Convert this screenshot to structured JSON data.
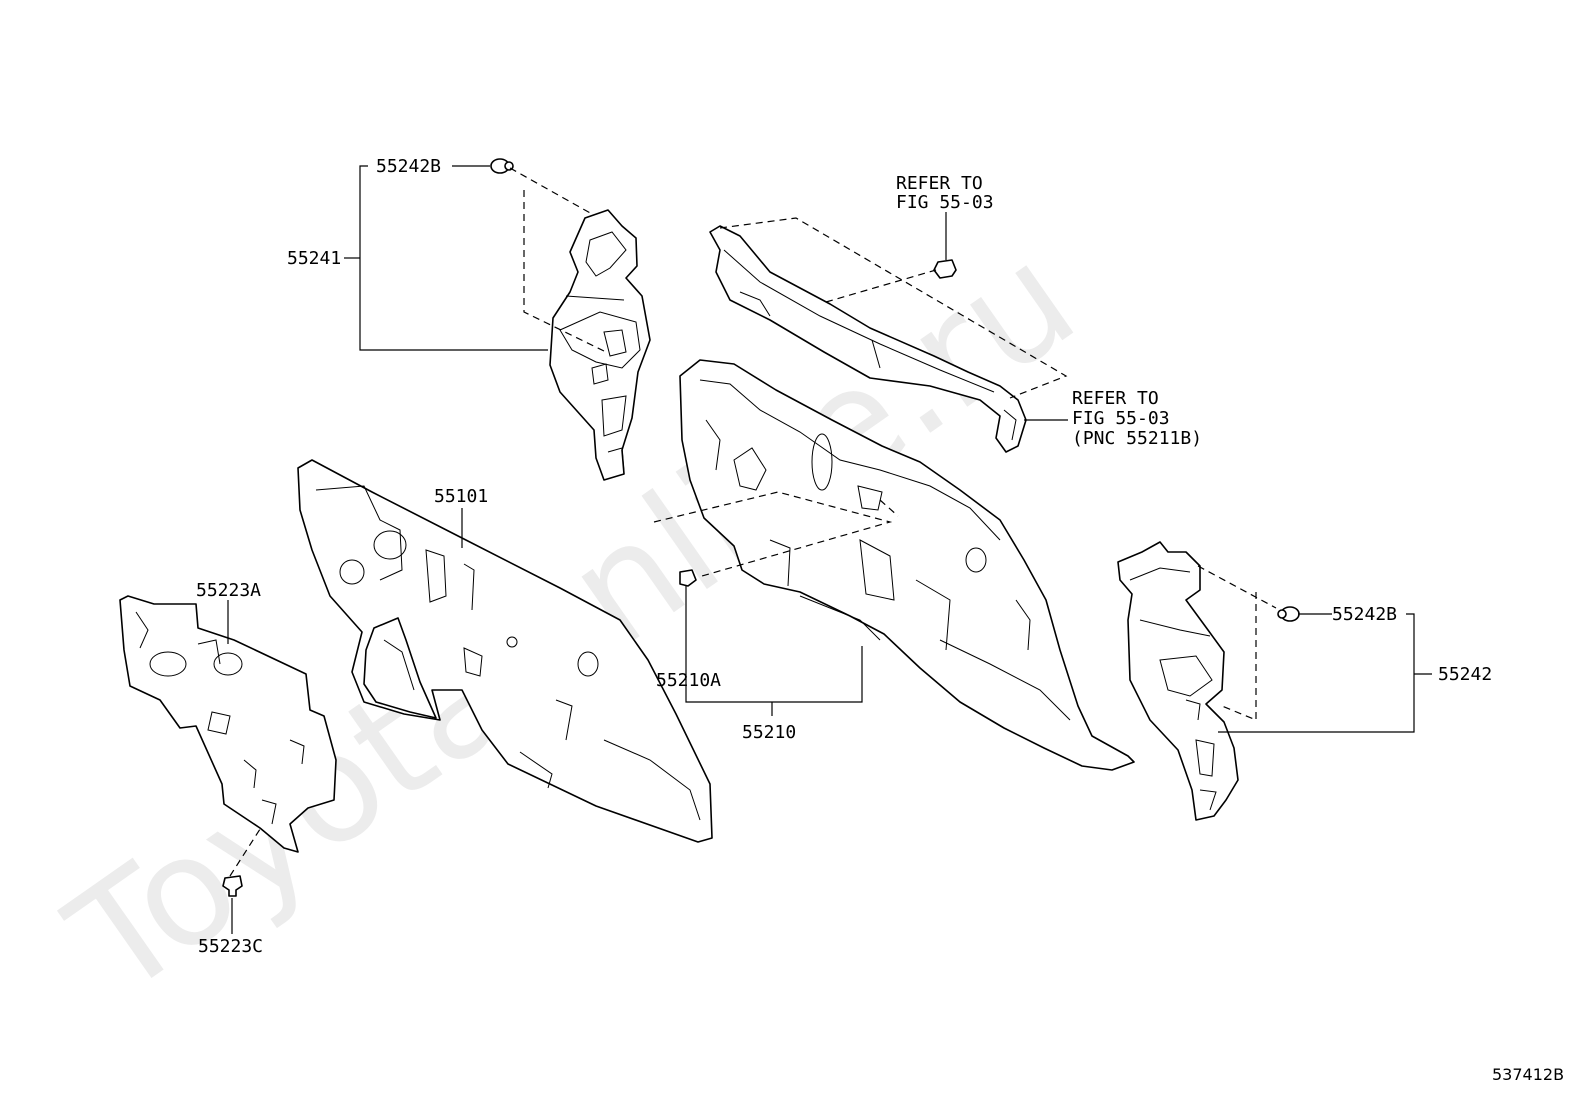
{
  "watermark": "ToyotaOnline.ru",
  "figure_id": "537412B",
  "labels": {
    "p55242B_left": "55242B",
    "p55241": "55241",
    "p55101": "55101",
    "p55223A": "55223A",
    "p55223C": "55223C",
    "p55210A": "55210A",
    "p55210": "55210",
    "p55242B_right": "55242B",
    "p55242": "55242",
    "refer_top_line1": "REFER TO",
    "refer_top_line2": "FIG 55-03",
    "refer_right_line1": "REFER TO",
    "refer_right_line2": "FIG 55-03",
    "refer_right_line3": "(PNC 55211B)"
  }
}
